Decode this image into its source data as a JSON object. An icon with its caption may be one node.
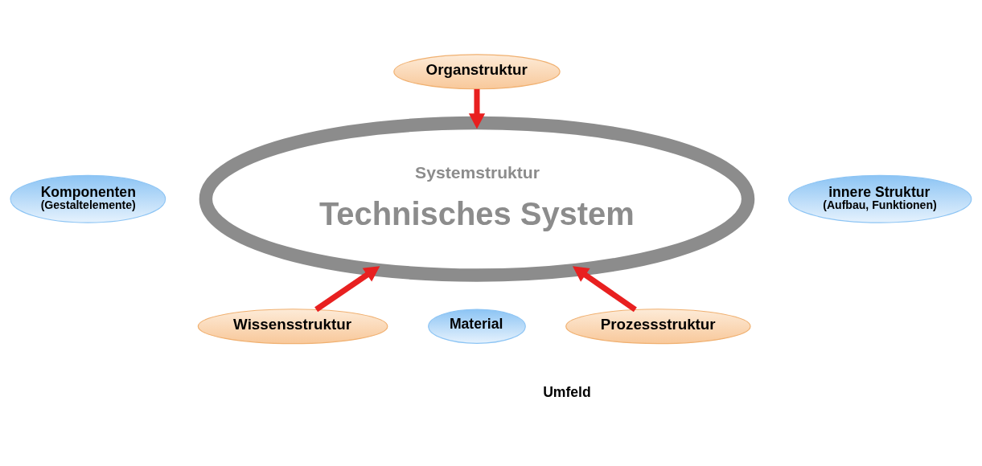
{
  "diagram": {
    "nodes": [
      {
        "text": [
          "Organstruktur"
        ]
      },
      {
        "text": [
          "Systemstruktur",
          "Technisches System"
        ]
      },
      {
        "text": [
          "Komponenten",
          "(Gestaltelemente)"
        ]
      },
      {
        "text": [
          "innere Struktur",
          "(Aufbau, Funktionen)"
        ]
      },
      {
        "text": [
          "Material"
        ]
      },
      {
        "text": [
          "Wissensstruktur"
        ]
      },
      {
        "text": [
          "Prozessstruktur"
        ]
      }
    ],
    "edges": [
      {
        "from": 0,
        "to": 1,
        "arrow": "to"
      },
      {
        "from": 5,
        "to": 1,
        "arrow": "to"
      },
      {
        "from": 6,
        "to": 1,
        "arrow": "to"
      }
    ],
    "labels": [
      "Umfeld"
    ]
  }
}
